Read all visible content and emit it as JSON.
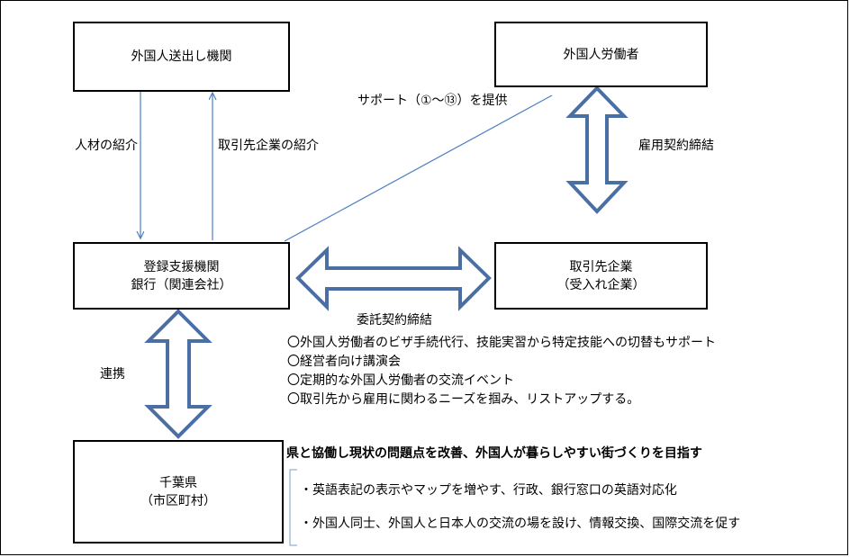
{
  "boxes": {
    "sending_org": "外国人送出し機関",
    "foreign_worker": "外国人労働者",
    "support_org_line1": "登録支援機関",
    "support_org_line2": "銀行（関連会社）",
    "client_company_line1": "取引先企業",
    "client_company_line2": "（受入れ企業）",
    "prefecture_line1": "千葉県",
    "prefecture_line2": "（市区町村）"
  },
  "labels": {
    "support_provided": "サポート（①～⑬）を提供",
    "talent_intro": "人材の紹介",
    "client_intro": "取引先企業の紹介",
    "employment_contract": "雇用契約締結",
    "consignment_contract": "委託契約締結",
    "cooperation": "連携"
  },
  "services": [
    "〇外国人労働者のビザ手続代行、技能実習から特定技能への切替もサポート",
    "〇経営者向け講演会",
    "〇定期的な外国人労働者の交流イベント",
    "〇取引先から雇用に関わるニーズを掴み、リストアップする。"
  ],
  "goal": {
    "title": "県と協働し現状の問題点を改善、外国人が暮らしやすい街づくりを目指す",
    "items": [
      "・英語表記の表示やマップを増やす、行政、銀行窓口の英語対応化",
      "・外国人同士、外国人と日本人の交流の場を設け、情報交換、国際交流を促す"
    ]
  },
  "colors": {
    "arrow_stroke": "#4a6fa5",
    "arrow_fill": "#ffffff",
    "line": "#4a7fc0",
    "box_border": "#000000"
  }
}
